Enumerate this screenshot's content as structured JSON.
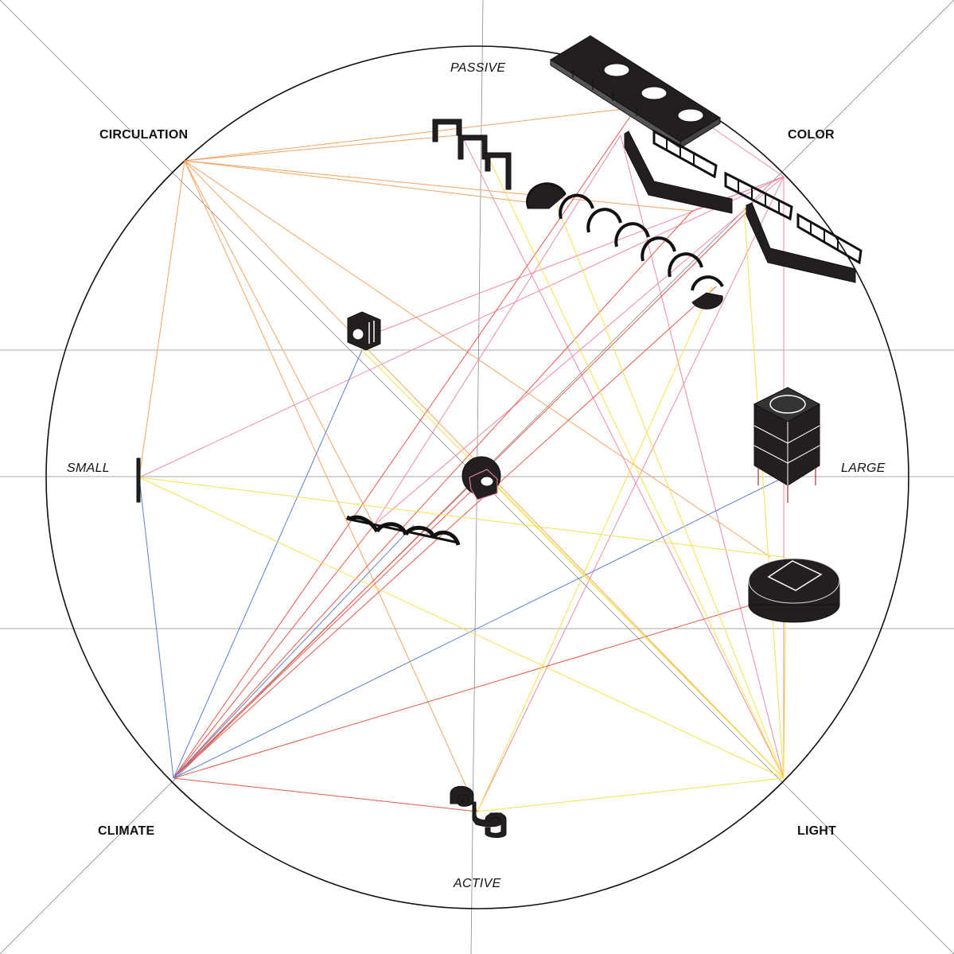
{
  "categories": {
    "circulation": "CIRCULATION",
    "color": "COLOR",
    "climate": "CLIMATE",
    "light": "LIGHT"
  },
  "axes": {
    "passive": "PASSIVE",
    "active": "ACTIVE",
    "small": "SMALL",
    "large": "LARGE"
  },
  "colors": {
    "circulation": "#f4a460",
    "color": "#f08aa0",
    "climate": "#e8584a",
    "climate_blue": "#5b7fd6",
    "light": "#f5e14a",
    "frame": "#111111",
    "grid": "#8a8a8a"
  },
  "objects": [
    "overhead-beam-icon",
    "stepped-frames-icon",
    "window-frames-icon",
    "angled-wall-icon",
    "arch-sequence-icon",
    "cube-module-icon",
    "vertical-bar-icon",
    "central-pod-icon",
    "arch-canopy-icon",
    "tower-icon",
    "round-basin-icon",
    "s-bench-icon"
  ]
}
